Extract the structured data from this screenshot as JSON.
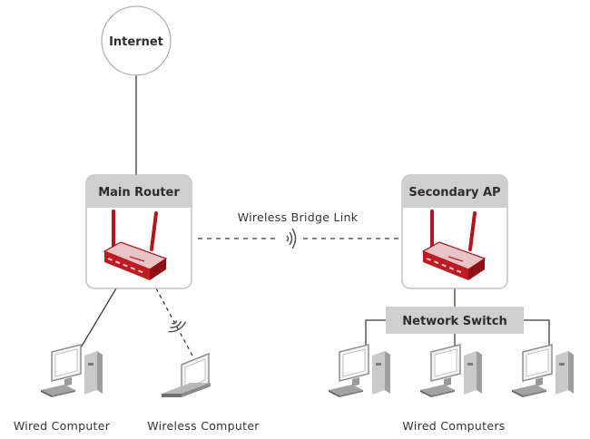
{
  "internet": {
    "label": "Internet"
  },
  "main_router": {
    "label": "Main Router"
  },
  "secondary_ap": {
    "label": "Secondary AP"
  },
  "bridge_link": {
    "label": "Wireless Bridge Link"
  },
  "network_switch": {
    "label": "Network Switch"
  },
  "captions": {
    "wired_computer": "Wired Computer",
    "wireless_computer": "Wireless Computer",
    "wired_computers": "Wired Computers"
  },
  "colors": {
    "header_fill": "#cfcfcf",
    "router_red": "#b3151e",
    "router_pink": "#eac6c8",
    "line": "#3a3a3a",
    "computer_gray": "#d7d7d7"
  },
  "icons": {
    "router": "router-icon",
    "desktop": "desktop-computer-icon",
    "laptop": "laptop-icon",
    "wifi": "wifi-signal-icon"
  }
}
